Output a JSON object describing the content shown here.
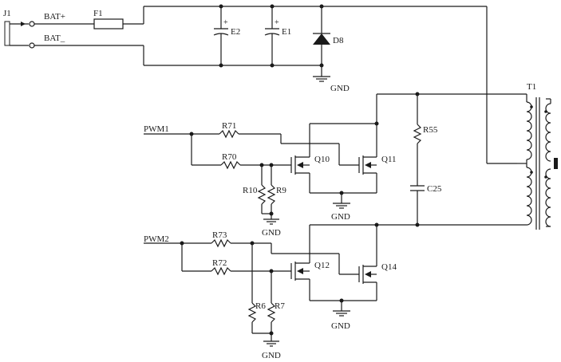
{
  "labels": {
    "j1": "J1",
    "bat_plus": "BAT+",
    "bat_minus": "BAT_",
    "f1": "F1",
    "e2": "E2",
    "e1": "E1",
    "d8": "D8",
    "gnd": "GND",
    "t1": "T1",
    "pwm1": "PWM1",
    "pwm2": "PWM2",
    "r71": "R71",
    "r70": "R70",
    "r10": "R10",
    "r9": "R9",
    "q10": "Q10",
    "q11": "Q11",
    "r55": "R55",
    "c25": "C25",
    "r73": "R73",
    "r72": "R72",
    "r6": "R6",
    "r7": "R7",
    "q12": "Q12",
    "q14": "Q14",
    "cap_plus": "+"
  }
}
